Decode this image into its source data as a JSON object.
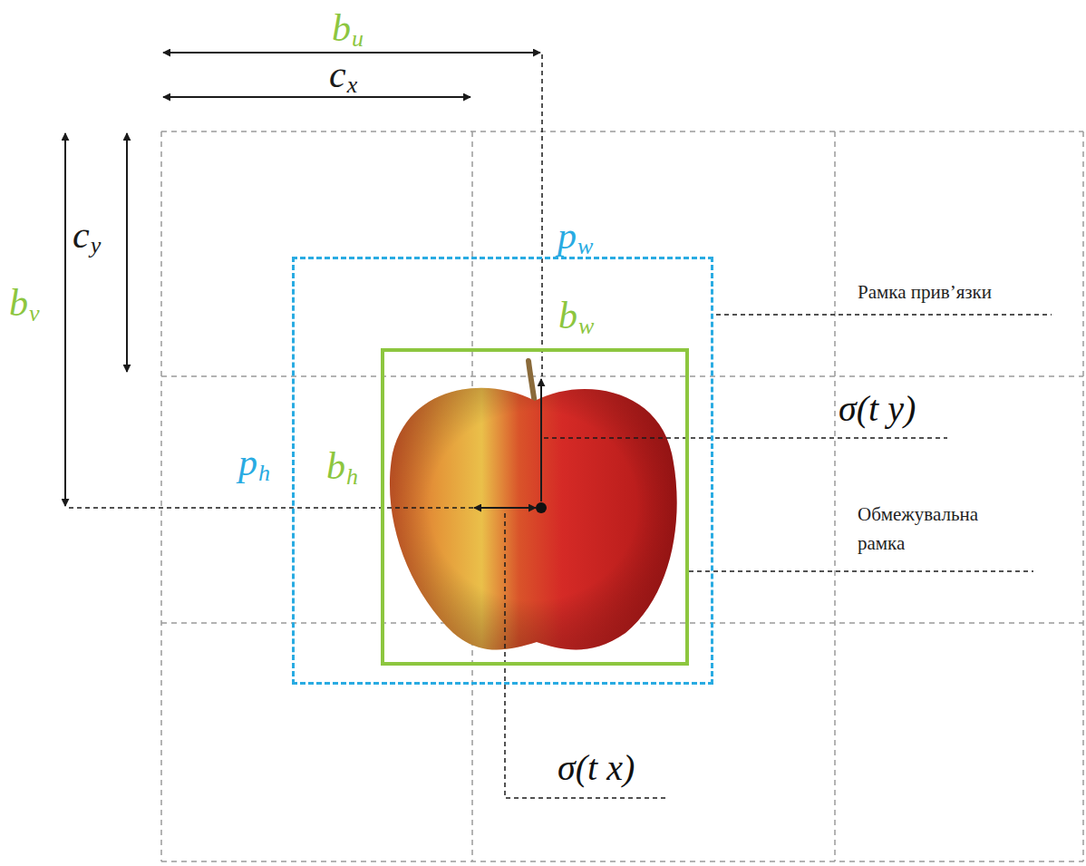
{
  "diagram": {
    "nodes": [
      {
        "text": [
          "pw",
          "ph"
        ]
      },
      {
        "text": [
          "bw",
          "bh"
        ],
        "in": 0
      }
    ],
    "labels": [
      "bu",
      "cx",
      "cy",
      "bv",
      "Рамка прив’язки",
      "σ(t y)",
      "Обмежувальна рамка",
      "σ(t x)"
    ]
  }
}
